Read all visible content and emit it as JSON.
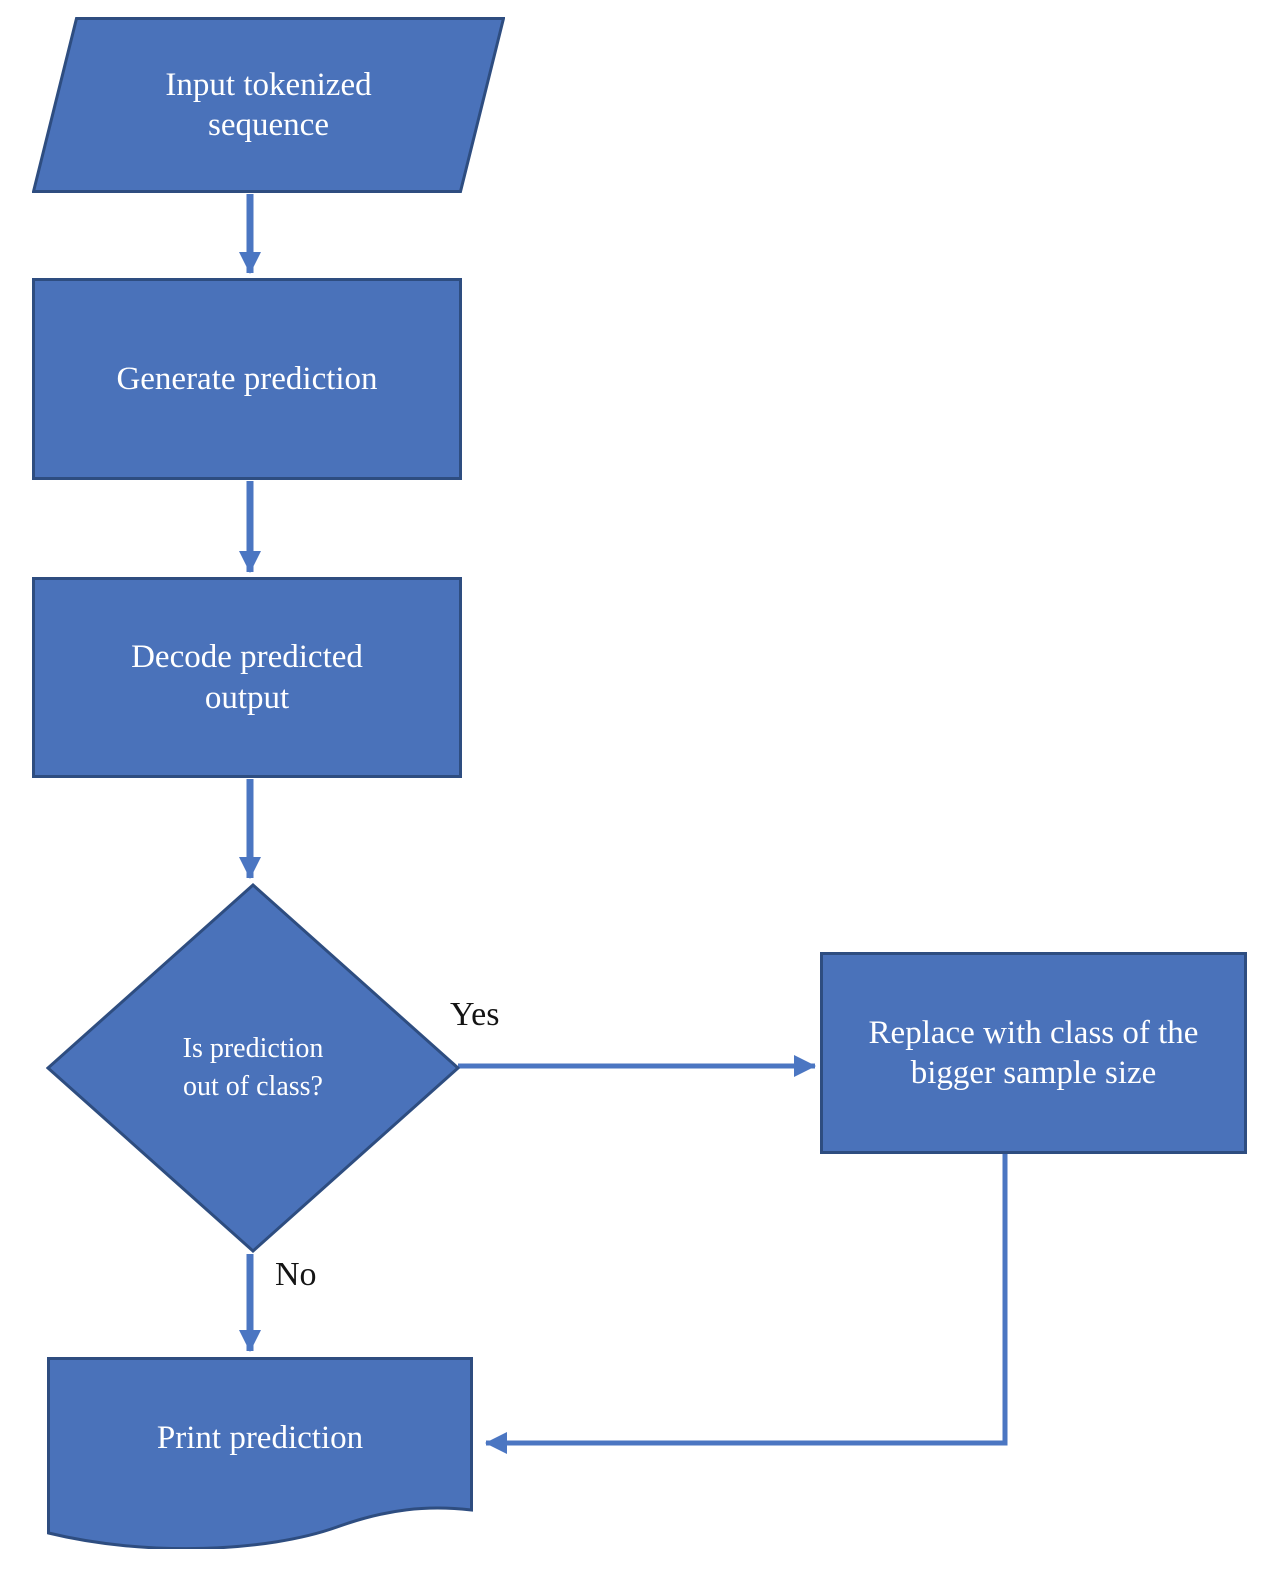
{
  "nodes": {
    "input": {
      "label": "Input tokenized sequence",
      "shape": "parallelogram"
    },
    "generate": {
      "label": "Generate prediction",
      "shape": "process"
    },
    "decode": {
      "label": "Decode predicted output",
      "shape": "process"
    },
    "decision": {
      "label": "Is prediction out of class?",
      "shape": "decision-diamond"
    },
    "replace": {
      "label": "Replace with class of the bigger sample size",
      "shape": "process"
    },
    "print": {
      "label": "Print prediction",
      "shape": "document"
    }
  },
  "edges": {
    "yes_label": "Yes",
    "no_label": "No"
  },
  "colors": {
    "shape_fill": "#4a72ba",
    "shape_border": "#2e4d80",
    "connector": "#4b76c2",
    "node_text": "#ffffff",
    "edge_label_text": "#141414"
  }
}
